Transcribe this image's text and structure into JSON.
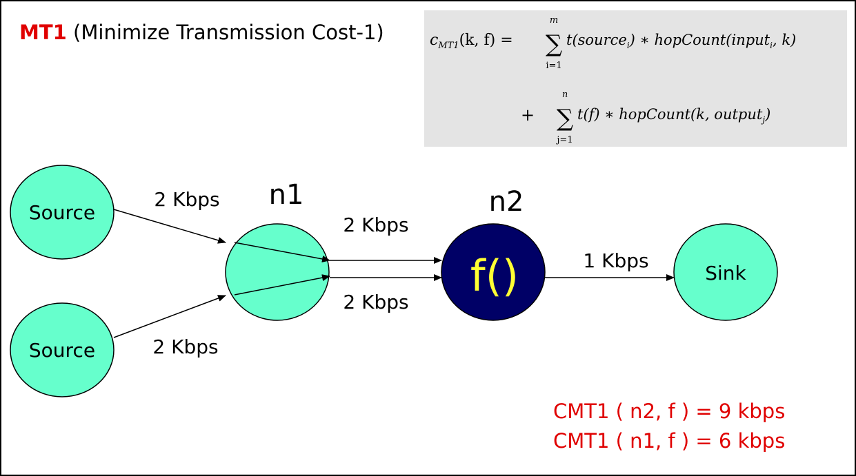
{
  "title": {
    "abbrev": "MT1",
    "full": "(Minimize Transmission Cost-1)"
  },
  "formula": {
    "lhs": "c",
    "lhs_sub": "MT1",
    "lhs_args": "(k, f) =",
    "sum1_upper": "m",
    "sum1_lower": "i=1",
    "term1_a": "t(source",
    "term1_a_sub": "i",
    "term1_b": ") ∗ hopCount(input",
    "term1_b_sub": "i",
    "term1_c": ", k)",
    "plus": "+",
    "sum2_upper": "n",
    "sum2_lower": "j=1",
    "term2_a": "t(f) ∗ hopCount(k, output",
    "term2_a_sub": "j",
    "term2_b": ")"
  },
  "nodes": {
    "source_top": "Source",
    "source_bottom": "Source",
    "n1_label": "n1",
    "n2_label": "n2",
    "n2_function": "f()",
    "sink": "Sink"
  },
  "edges": {
    "source_top_to_n1": "2 Kbps",
    "source_bottom_to_n1": "2 Kbps",
    "n1_to_n2_upper": "2 Kbps",
    "n1_to_n2_lower": "2 Kbps",
    "n2_to_sink": "1 Kbps"
  },
  "results": {
    "n2": "CMT1 ( n2, f ) = 9 kbps",
    "n1": "CMT1 ( n1, f ) = 6 kbps"
  },
  "colors": {
    "node_fill": "#66ffcc",
    "n2_fill": "#000066",
    "function_text": "#ffff33",
    "accent_red": "#e00000",
    "formula_bg": "#e4e4e4"
  }
}
